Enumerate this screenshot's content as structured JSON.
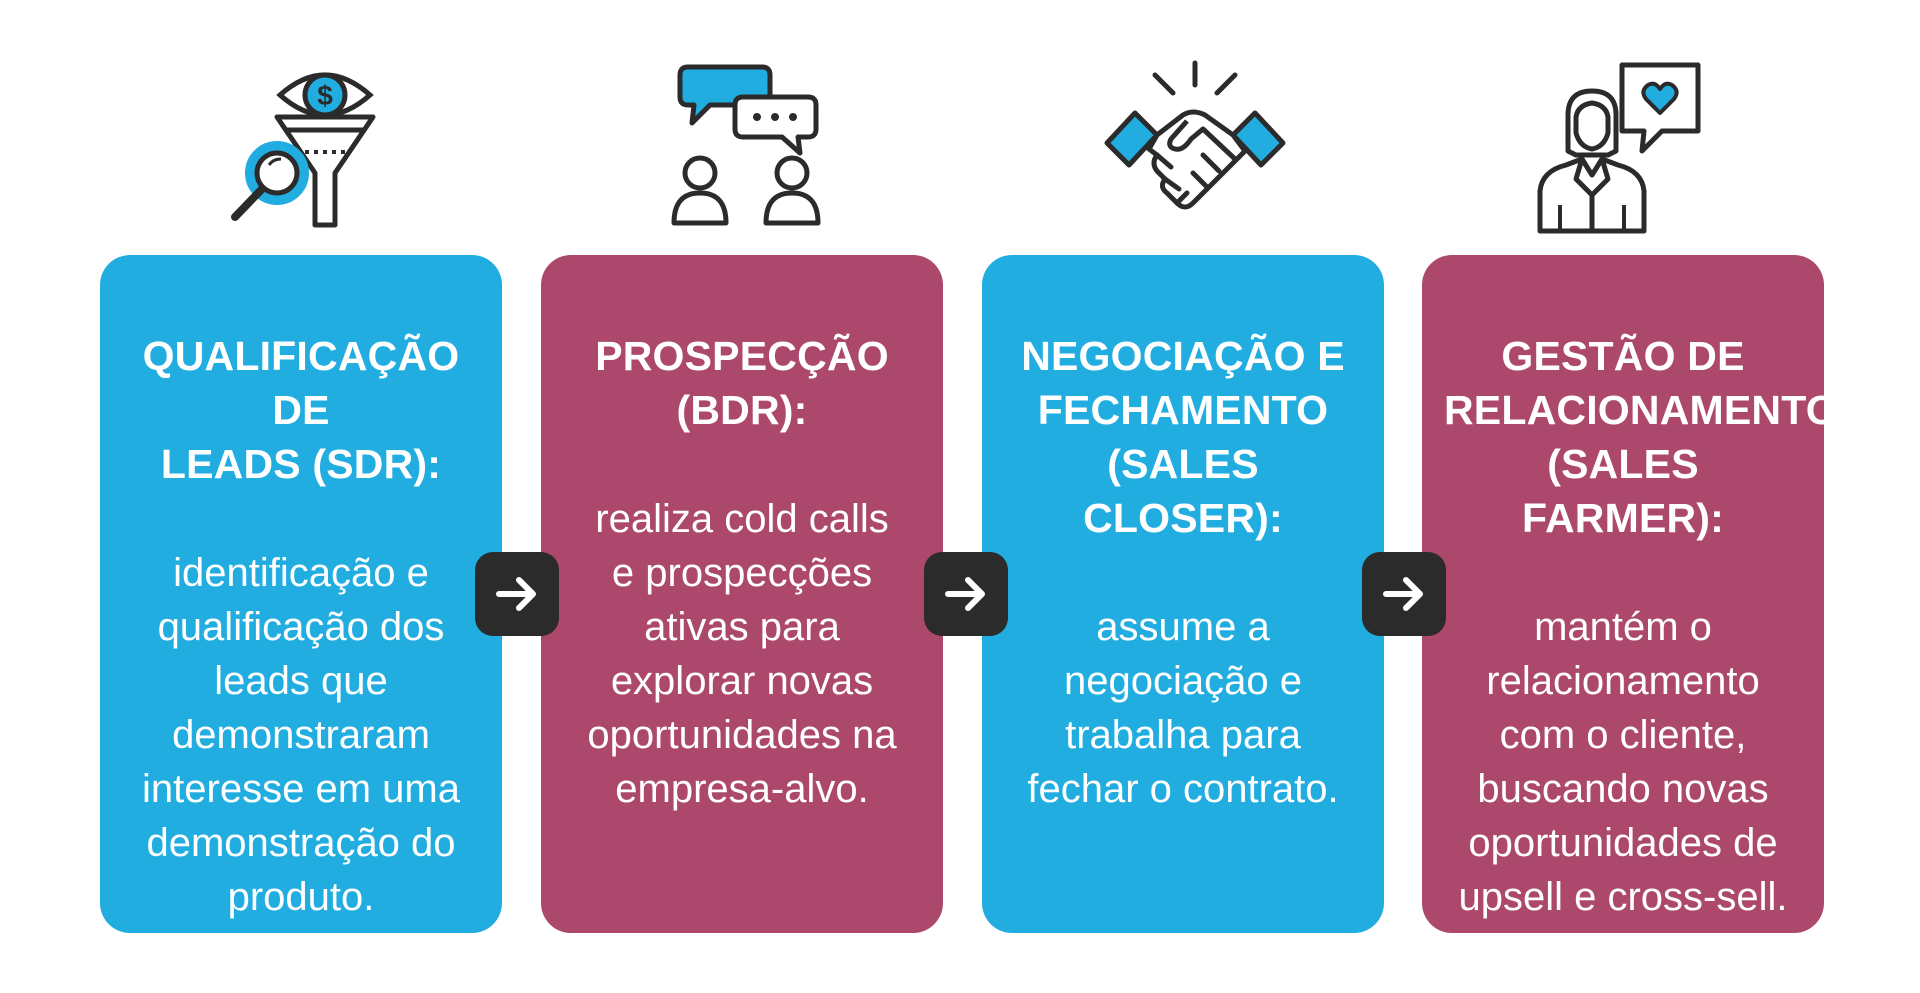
{
  "colors": {
    "blue": "#22ade1",
    "pink": "#ac486c",
    "dark": "#2b2b2b",
    "outline": "#2b2b2b"
  },
  "steps": [
    {
      "icon": "funnel-search-icon",
      "title_lines": [
        "QUALIFICAÇÃO DE",
        "LEADS (SDR):"
      ],
      "text_lines": [
        "identificação e",
        "qualificação dos",
        "leads que",
        "demonstraram",
        "interesse em uma",
        "demonstração do",
        "produto."
      ]
    },
    {
      "icon": "chat-people-icon",
      "title_lines": [
        "PROSPECÇÃO",
        "(BDR):"
      ],
      "text_lines": [
        "realiza cold calls",
        "e prospecções",
        "ativas para",
        "explorar novas",
        "oportunidades na",
        "empresa-alvo."
      ]
    },
    {
      "icon": "handshake-icon",
      "title_lines": [
        "NEGOCIAÇÃO E",
        "FECHAMENTO",
        "(SALES CLOSER):"
      ],
      "text_lines": [
        "assume a",
        "negociação e",
        "trabalha para",
        "fechar o contrato."
      ]
    },
    {
      "icon": "support-agent-heart-icon",
      "title_lines": [
        "GESTÃO DE",
        "RELACIONAMENTO",
        "(SALES FARMER):"
      ],
      "text_lines": [
        "mantém o",
        "relacionamento",
        "com o cliente,",
        "buscando novas",
        "oportunidades de",
        "upsell e cross-sell."
      ]
    }
  ],
  "arrows": [
    "arrow-right-icon",
    "arrow-right-icon",
    "arrow-right-icon"
  ]
}
